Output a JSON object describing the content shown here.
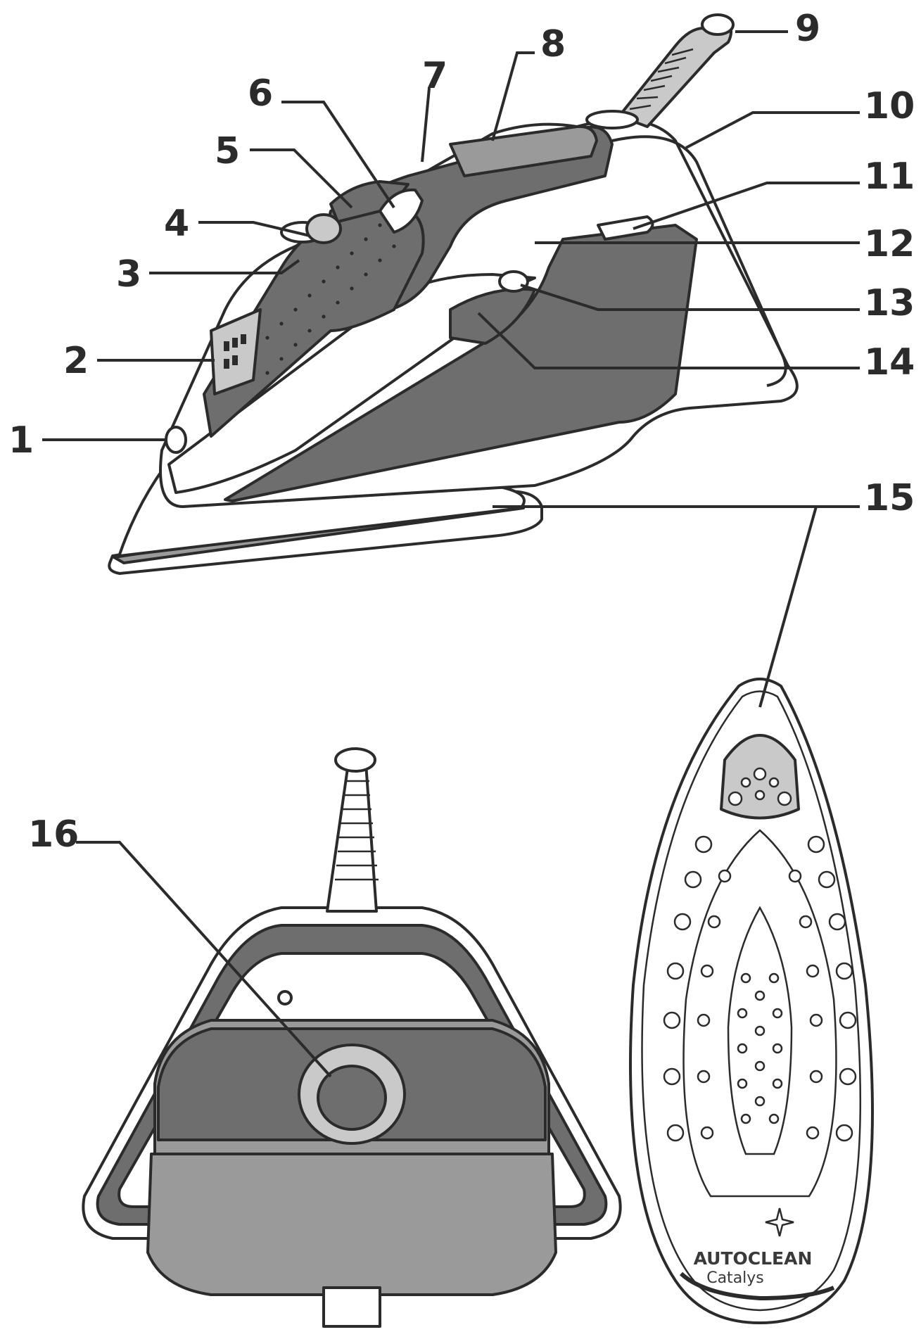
{
  "colors": {
    "outline": "#2b2b2b",
    "dark_fill": "#6e6e6e",
    "mid_fill": "#9a9a9a",
    "light_fill": "#c9c9c9",
    "white": "#ffffff"
  },
  "callouts": [
    {
      "id": "1",
      "label": "1"
    },
    {
      "id": "2",
      "label": "2"
    },
    {
      "id": "3",
      "label": "3"
    },
    {
      "id": "4",
      "label": "4"
    },
    {
      "id": "5",
      "label": "5"
    },
    {
      "id": "6",
      "label": "6"
    },
    {
      "id": "7",
      "label": "7"
    },
    {
      "id": "8",
      "label": "8"
    },
    {
      "id": "9",
      "label": "9"
    },
    {
      "id": "10",
      "label": "10"
    },
    {
      "id": "11",
      "label": "11"
    },
    {
      "id": "12",
      "label": "12"
    },
    {
      "id": "13",
      "label": "13"
    },
    {
      "id": "14",
      "label": "14"
    },
    {
      "id": "15",
      "label": "15"
    },
    {
      "id": "16",
      "label": "16"
    }
  ],
  "soleplate_brand": {
    "line1": "AUTOCLEAN",
    "line2": "Catalys"
  }
}
